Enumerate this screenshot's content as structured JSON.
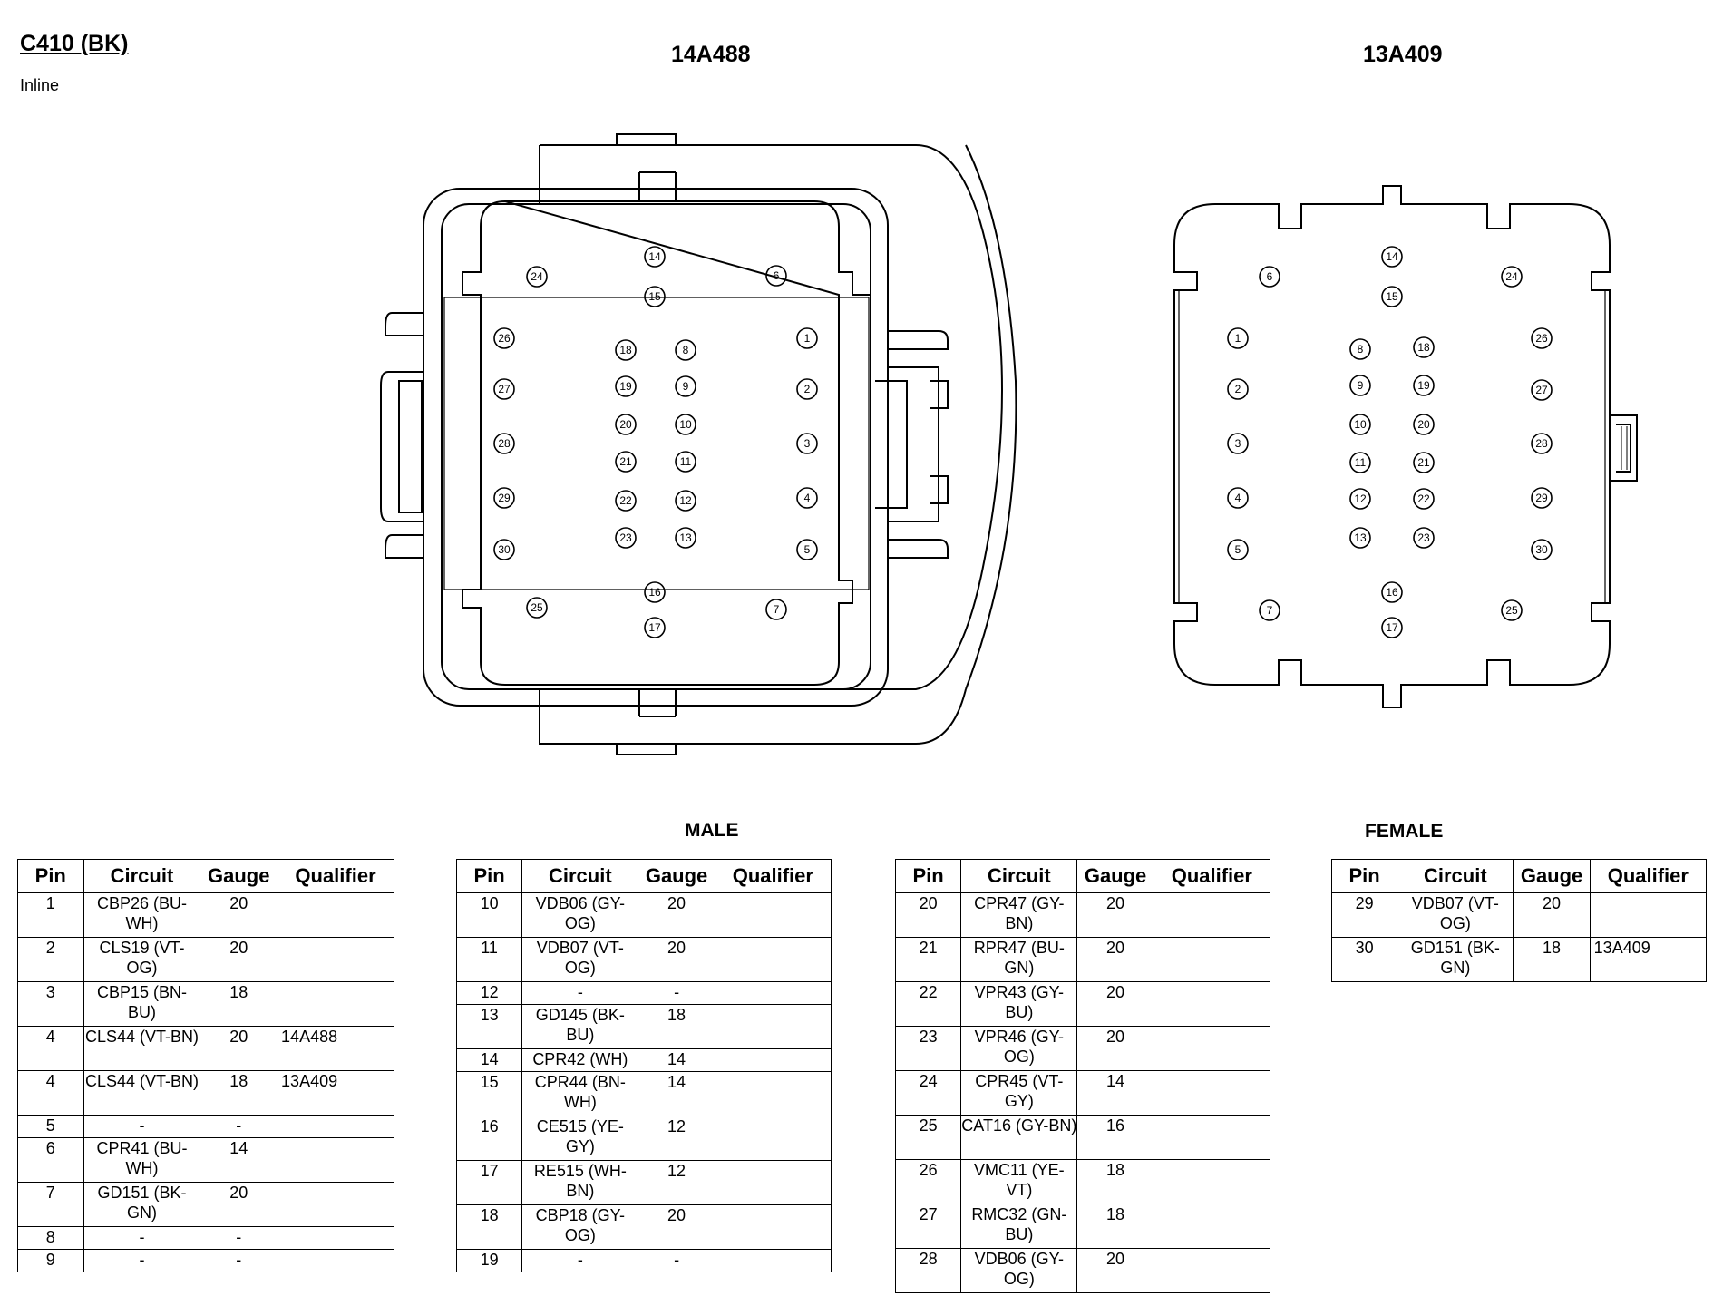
{
  "header": {
    "title": "C410 (BK)",
    "subtitle": "Inline"
  },
  "connectors": {
    "male": {
      "title": "14A488",
      "pins": [
        {
          "n": "24"
        },
        {
          "n": "14"
        },
        {
          "n": "6"
        },
        {
          "n": "15"
        },
        {
          "n": "26"
        },
        {
          "n": "18"
        },
        {
          "n": "8"
        },
        {
          "n": "1"
        },
        {
          "n": "27"
        },
        {
          "n": "19"
        },
        {
          "n": "9"
        },
        {
          "n": "2"
        },
        {
          "n": "20"
        },
        {
          "n": "10"
        },
        {
          "n": "28"
        },
        {
          "n": "21"
        },
        {
          "n": "11"
        },
        {
          "n": "3"
        },
        {
          "n": "29"
        },
        {
          "n": "22"
        },
        {
          "n": "12"
        },
        {
          "n": "4"
        },
        {
          "n": "23"
        },
        {
          "n": "13"
        },
        {
          "n": "30"
        },
        {
          "n": "5"
        },
        {
          "n": "16"
        },
        {
          "n": "25"
        },
        {
          "n": "7"
        },
        {
          "n": "17"
        }
      ]
    },
    "female": {
      "title": "13A409",
      "pins": [
        {
          "n": "14"
        },
        {
          "n": "6"
        },
        {
          "n": "24"
        },
        {
          "n": "15"
        },
        {
          "n": "1"
        },
        {
          "n": "26"
        },
        {
          "n": "8"
        },
        {
          "n": "18"
        },
        {
          "n": "2"
        },
        {
          "n": "9"
        },
        {
          "n": "19"
        },
        {
          "n": "27"
        },
        {
          "n": "10"
        },
        {
          "n": "20"
        },
        {
          "n": "3"
        },
        {
          "n": "11"
        },
        {
          "n": "21"
        },
        {
          "n": "28"
        },
        {
          "n": "4"
        },
        {
          "n": "12"
        },
        {
          "n": "22"
        },
        {
          "n": "29"
        },
        {
          "n": "13"
        },
        {
          "n": "23"
        },
        {
          "n": "5"
        },
        {
          "n": "30"
        },
        {
          "n": "16"
        },
        {
          "n": "7"
        },
        {
          "n": "25"
        },
        {
          "n": "17"
        }
      ]
    }
  },
  "sections": {
    "male": "MALE",
    "female": "FEMALE"
  },
  "table_headers": [
    "Pin",
    "Circuit",
    "Gauge",
    "Qualifier"
  ],
  "tables": [
    {
      "rows": [
        {
          "pin": "1",
          "circuit": "CBP26 (BU-WH)",
          "gauge": "20",
          "qualifier": ""
        },
        {
          "pin": "2",
          "circuit": "CLS19 (VT-OG)",
          "gauge": "20",
          "qualifier": ""
        },
        {
          "pin": "3",
          "circuit": "CBP15 (BN-BU)",
          "gauge": "18",
          "qualifier": ""
        },
        {
          "pin": "4",
          "circuit": "CLS44 (VT-BN)",
          "gauge": "20",
          "qualifier": "14A488"
        },
        {
          "pin": "4",
          "circuit": "CLS44 (VT-BN)",
          "gauge": "18",
          "qualifier": "13A409"
        },
        {
          "pin": "5",
          "circuit": "-",
          "gauge": "-",
          "qualifier": ""
        },
        {
          "pin": "6",
          "circuit": "CPR41 (BU-WH)",
          "gauge": "14",
          "qualifier": ""
        },
        {
          "pin": "7",
          "circuit": "GD151 (BK-GN)",
          "gauge": "20",
          "qualifier": ""
        },
        {
          "pin": "8",
          "circuit": "-",
          "gauge": "-",
          "qualifier": ""
        },
        {
          "pin": "9",
          "circuit": "-",
          "gauge": "-",
          "qualifier": ""
        }
      ]
    },
    {
      "rows": [
        {
          "pin": "10",
          "circuit": "VDB06 (GY-OG)",
          "gauge": "20",
          "qualifier": ""
        },
        {
          "pin": "11",
          "circuit": "VDB07 (VT-OG)",
          "gauge": "20",
          "qualifier": ""
        },
        {
          "pin": "12",
          "circuit": "-",
          "gauge": "-",
          "qualifier": ""
        },
        {
          "pin": "13",
          "circuit": "GD145 (BK-BU)",
          "gauge": "18",
          "qualifier": ""
        },
        {
          "pin": "14",
          "circuit": "CPR42 (WH)",
          "gauge": "14",
          "qualifier": ""
        },
        {
          "pin": "15",
          "circuit": "CPR44 (BN-WH)",
          "gauge": "14",
          "qualifier": ""
        },
        {
          "pin": "16",
          "circuit": "CE515 (YE-GY)",
          "gauge": "12",
          "qualifier": ""
        },
        {
          "pin": "17",
          "circuit": "RE515 (WH-BN)",
          "gauge": "12",
          "qualifier": ""
        },
        {
          "pin": "18",
          "circuit": "CBP18 (GY-OG)",
          "gauge": "20",
          "qualifier": ""
        },
        {
          "pin": "19",
          "circuit": "-",
          "gauge": "-",
          "qualifier": ""
        }
      ]
    },
    {
      "rows": [
        {
          "pin": "20",
          "circuit": "CPR47 (GY-BN)",
          "gauge": "20",
          "qualifier": ""
        },
        {
          "pin": "21",
          "circuit": "RPR47 (BU-GN)",
          "gauge": "20",
          "qualifier": ""
        },
        {
          "pin": "22",
          "circuit": "VPR43 (GY-BU)",
          "gauge": "20",
          "qualifier": ""
        },
        {
          "pin": "23",
          "circuit": "VPR46 (GY-OG)",
          "gauge": "20",
          "qualifier": ""
        },
        {
          "pin": "24",
          "circuit": "CPR45 (VT-GY)",
          "gauge": "14",
          "qualifier": ""
        },
        {
          "pin": "25",
          "circuit": "CAT16 (GY-BN)",
          "gauge": "16",
          "qualifier": ""
        },
        {
          "pin": "26",
          "circuit": "VMC11 (YE-VT)",
          "gauge": "18",
          "qualifier": ""
        },
        {
          "pin": "27",
          "circuit": "RMC32 (GN-BU)",
          "gauge": "18",
          "qualifier": ""
        },
        {
          "pin": "28",
          "circuit": "VDB06 (GY-OG)",
          "gauge": "20",
          "qualifier": ""
        }
      ]
    },
    {
      "rows": [
        {
          "pin": "29",
          "circuit": "VDB07 (VT-OG)",
          "gauge": "20",
          "qualifier": ""
        },
        {
          "pin": "30",
          "circuit": "GD151 (BK-GN)",
          "gauge": "18",
          "qualifier": "13A409"
        }
      ]
    }
  ]
}
